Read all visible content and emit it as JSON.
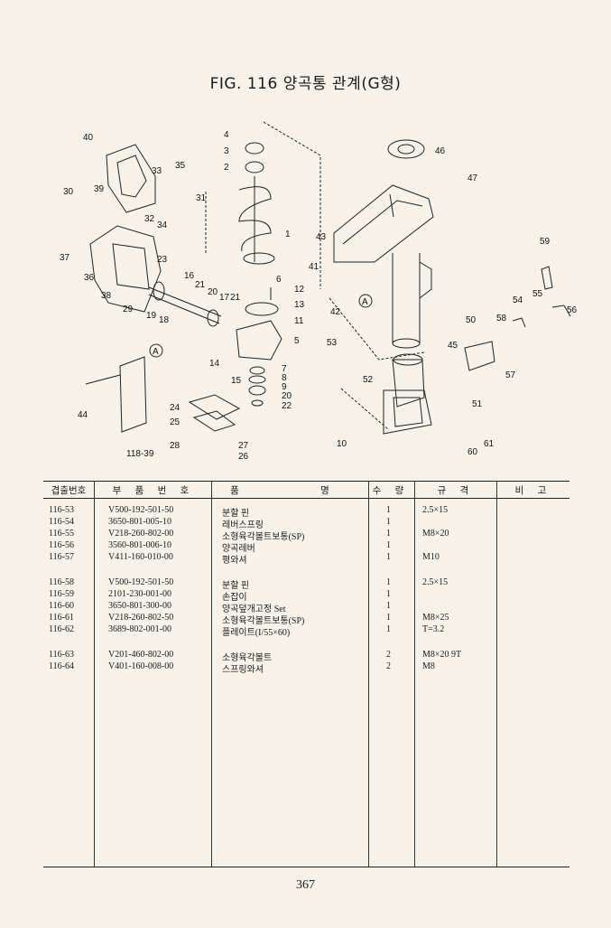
{
  "figure": {
    "title": "FIG. 116 양곡통 관계(G형)"
  },
  "callouts": [
    "40",
    "4",
    "3",
    "2",
    "35",
    "33",
    "39",
    "30",
    "32",
    "34",
    "31",
    "1",
    "43",
    "46",
    "47",
    "37",
    "36",
    "38",
    "29",
    "23",
    "16",
    "21",
    "20",
    "19",
    "18",
    "17",
    "21",
    "6",
    "12",
    "13",
    "11",
    "5",
    "41",
    "42",
    "59",
    "58",
    "55",
    "54",
    "50",
    "56",
    "53",
    "45",
    "52",
    "57",
    "14",
    "15",
    "7",
    "8",
    "9",
    "20",
    "22",
    "44",
    "24",
    "25",
    "28",
    "27",
    "26",
    "51",
    "10",
    "60",
    "61",
    "118-39",
    "A",
    "A"
  ],
  "table": {
    "headers": [
      "겹출번호",
      "부 품 번 호",
      "품",
      "명",
      "수 량",
      "규 격",
      "비 고"
    ],
    "rows": [
      {
        "no": "116-53",
        "part": "V500-192-501-50",
        "name": "분할 핀",
        "qty": "1",
        "spec": "2.5×15"
      },
      {
        "no": "116-54",
        "part": "3650-801-005-10",
        "name": "레버스프링",
        "qty": "1",
        "spec": ""
      },
      {
        "no": "116-55",
        "part": "V218-260-802-00",
        "name": "소형육각볼트보통(SP)",
        "qty": "1",
        "spec": "M8×20"
      },
      {
        "no": "116-56",
        "part": "3560-801-006-10",
        "name": "양곡레버",
        "qty": "1",
        "spec": ""
      },
      {
        "no": "116-57",
        "part": "V411-160-010-00",
        "name": "평와셔",
        "qty": "1",
        "spec": "M10"
      },
      {
        "no": "116-58",
        "part": "V500-192-501-50",
        "name": "분할 핀",
        "qty": "1",
        "spec": "2.5×15"
      },
      {
        "no": "116-59",
        "part": "2101-230-001-00",
        "name": "손잡이",
        "qty": "1",
        "spec": ""
      },
      {
        "no": "116-60",
        "part": "3650-801-300-00",
        "name": "양곡덮개고정 Set",
        "qty": "1",
        "spec": ""
      },
      {
        "no": "116-61",
        "part": "V218-260-802-50",
        "name": "소형육각볼트보통(SP)",
        "qty": "1",
        "spec": "M8×25"
      },
      {
        "no": "116-62",
        "part": "3689-802-001-00",
        "name": "플레이트(I/55×60)",
        "qty": "1",
        "spec": "T=3.2"
      },
      {
        "no": "116-63",
        "part": "V201-460-802-00",
        "name": "소형육각볼트",
        "qty": "2",
        "spec": "M8×20 9T"
      },
      {
        "no": "116-64",
        "part": "V401-160-008-00",
        "name": "스프링와셔",
        "qty": "2",
        "spec": "M8"
      }
    ]
  },
  "page_number": "367"
}
